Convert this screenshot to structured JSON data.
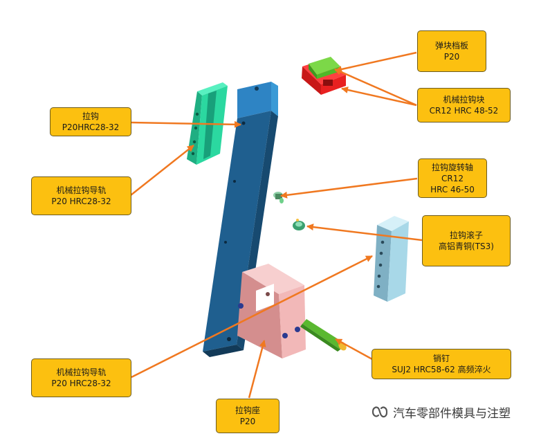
{
  "labels": {
    "lagou": [
      "拉钩",
      "P20HRC28-32"
    ],
    "guide_top": [
      "机械拉钩导轨",
      "P20 HRC28-32"
    ],
    "guide_bottom": [
      "机械拉钩导轨",
      "P20 HRC28-32"
    ],
    "seat": [
      "拉钩座",
      "P20"
    ],
    "spring_plate": [
      "弹块档板",
      "P20"
    ],
    "mech_block": [
      "机械拉钩块",
      "CR12 HRC 48-52"
    ],
    "shaft": [
      "拉钩旋转轴",
      "CR12",
      "HRC 46-50"
    ],
    "roller": [
      "拉钩滚子",
      "高铝青铜(TS3)"
    ],
    "pin": [
      "销钉",
      "SUJ2 HRC58-62 高频淬火"
    ]
  },
  "watermark": {
    "icon": "wechat-channel-icon",
    "text": "汽车零部件模具与注塑"
  },
  "colors": {
    "callout_fill": "#fcc010",
    "arrow": "#f07820",
    "rail_blue": "#1f5f8f",
    "green_part": "#2bd8a0",
    "pink_seat": "#f2b8b8",
    "light_blue_part": "#a8d8e8",
    "red_block": "#e82020"
  }
}
